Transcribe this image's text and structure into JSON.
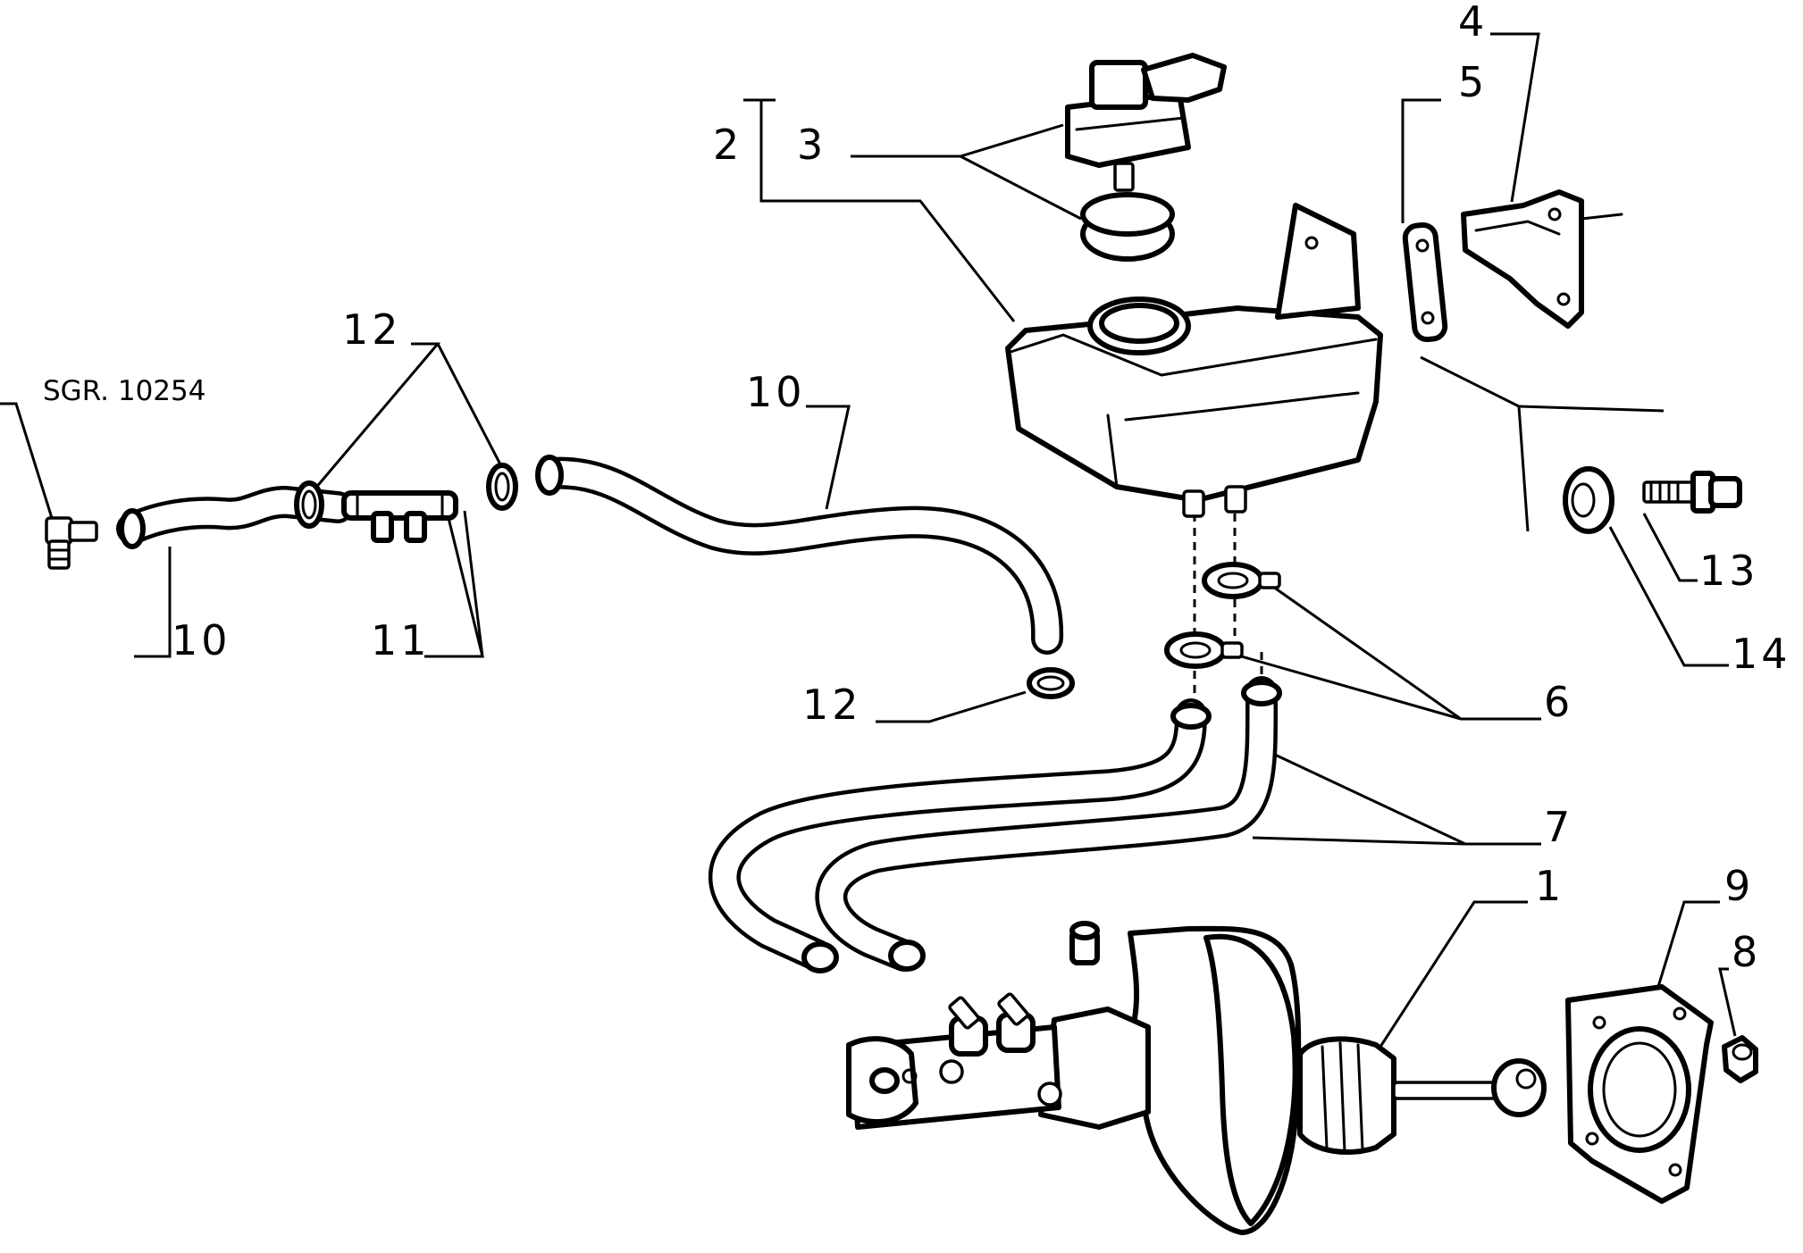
{
  "reference": "SGR. 10254",
  "callouts": {
    "c1": "1",
    "c2": "2",
    "c3": "3",
    "c4": "4",
    "c5": "5",
    "c6": "6",
    "c7": "7",
    "c8": "8",
    "c9": "9",
    "c10a": "10",
    "c10b": "10",
    "c11": "11",
    "c12a": "12",
    "c12b": "12",
    "c13": "13",
    "c14": "14"
  }
}
